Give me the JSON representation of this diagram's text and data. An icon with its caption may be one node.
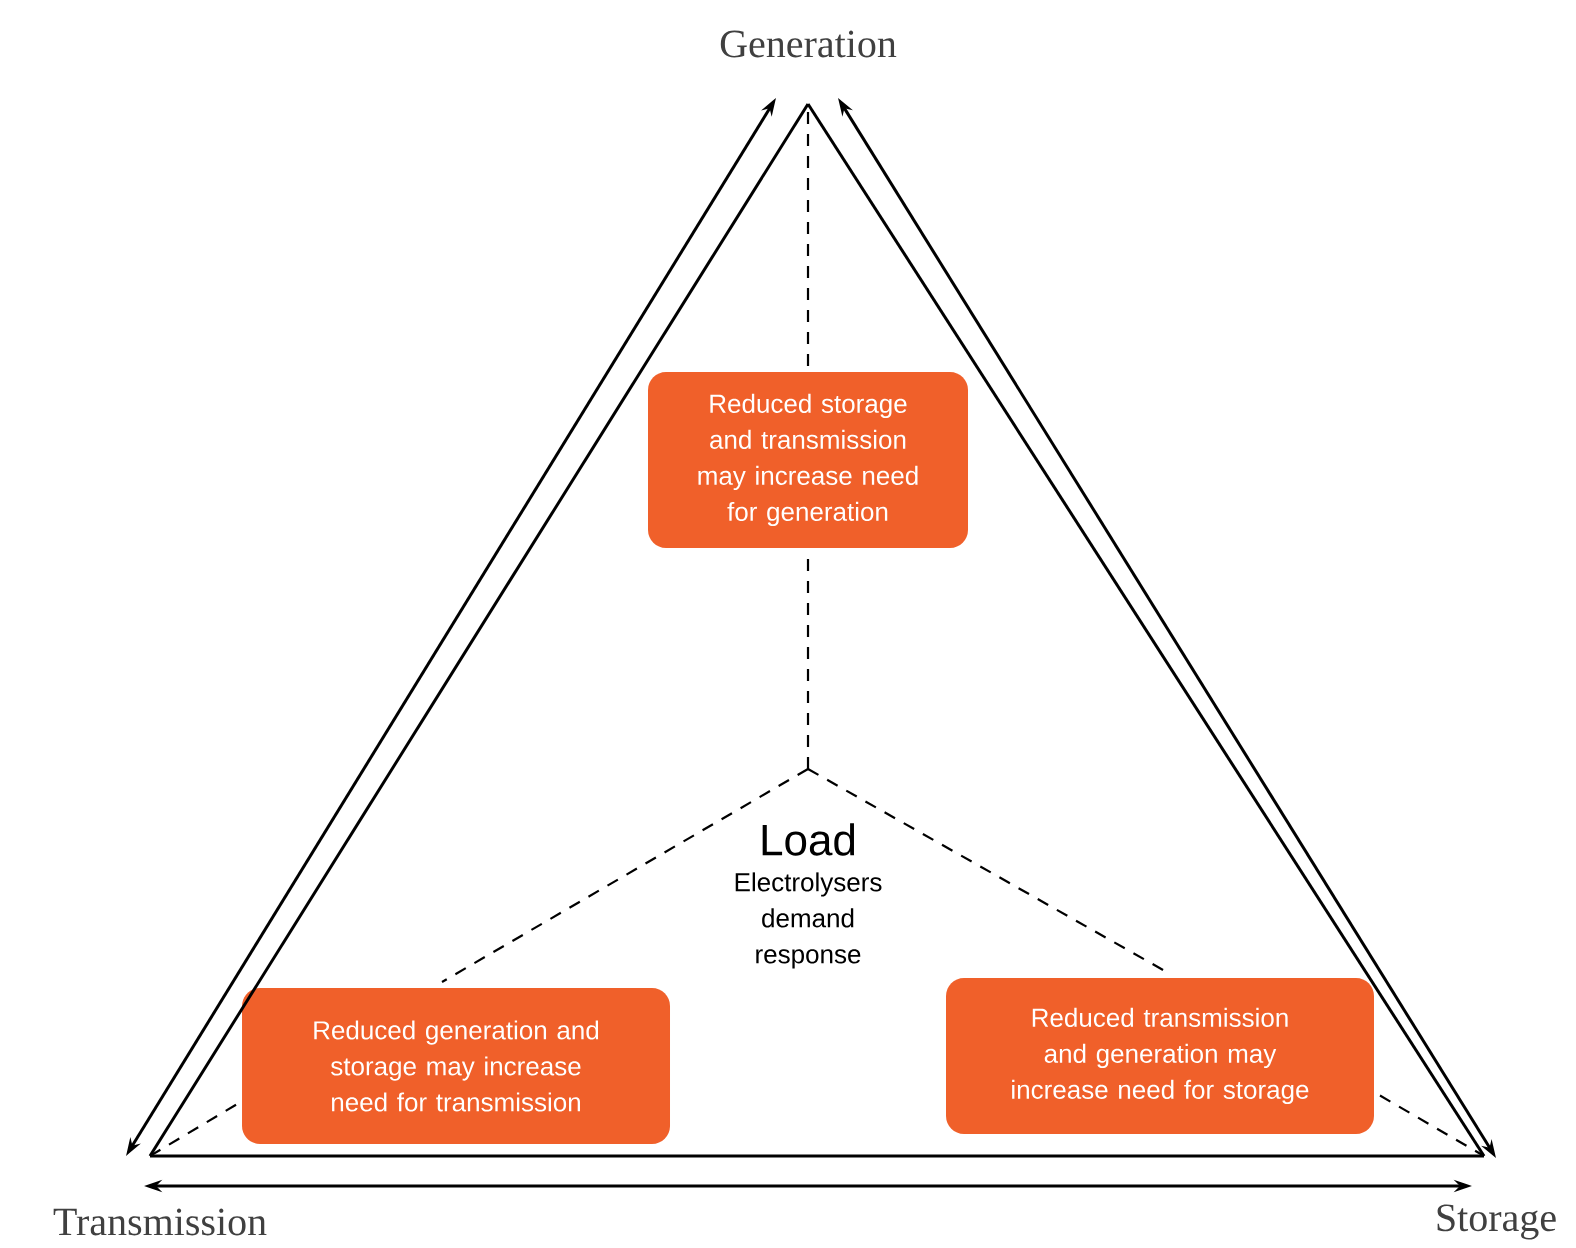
{
  "diagram": {
    "nodes": [
      {
        "text": [
          "Generation"
        ]
      },
      {
        "text": [
          "Transmission"
        ]
      },
      {
        "text": [
          "Storage"
        ]
      },
      {
        "text": [
          "Load",
          "Electrolysers demand response"
        ]
      },
      {
        "text": [
          "Reduced storage and transmission may increase need for generation"
        ]
      },
      {
        "text": [
          "Reduced generation and storage may increase need for transmission"
        ]
      },
      {
        "text": [
          "Reduced transmission and generation may increase need for storage"
        ]
      }
    ],
    "edges": [
      {
        "from": 0,
        "to": 1,
        "arrow": "none"
      },
      {
        "from": 1,
        "to": 2,
        "arrow": "none"
      },
      {
        "from": 2,
        "to": 0,
        "arrow": "none"
      },
      {
        "from": 0,
        "to": 1,
        "arrow": "both"
      },
      {
        "from": 1,
        "to": 2,
        "arrow": "both"
      },
      {
        "from": 2,
        "to": 0,
        "arrow": "both"
      },
      {
        "from": 3,
        "to": 4,
        "arrow": "none",
        "style": "dashed"
      },
      {
        "from": 4,
        "to": 0,
        "arrow": "none",
        "style": "dashed"
      },
      {
        "from": 3,
        "to": 5,
        "arrow": "none",
        "style": "dashed"
      },
      {
        "from": 5,
        "to": 1,
        "arrow": "none",
        "style": "dashed"
      },
      {
        "from": 3,
        "to": 6,
        "arrow": "none",
        "style": "dashed"
      },
      {
        "from": 6,
        "to": 2,
        "arrow": "none",
        "style": "dashed"
      }
    ]
  }
}
